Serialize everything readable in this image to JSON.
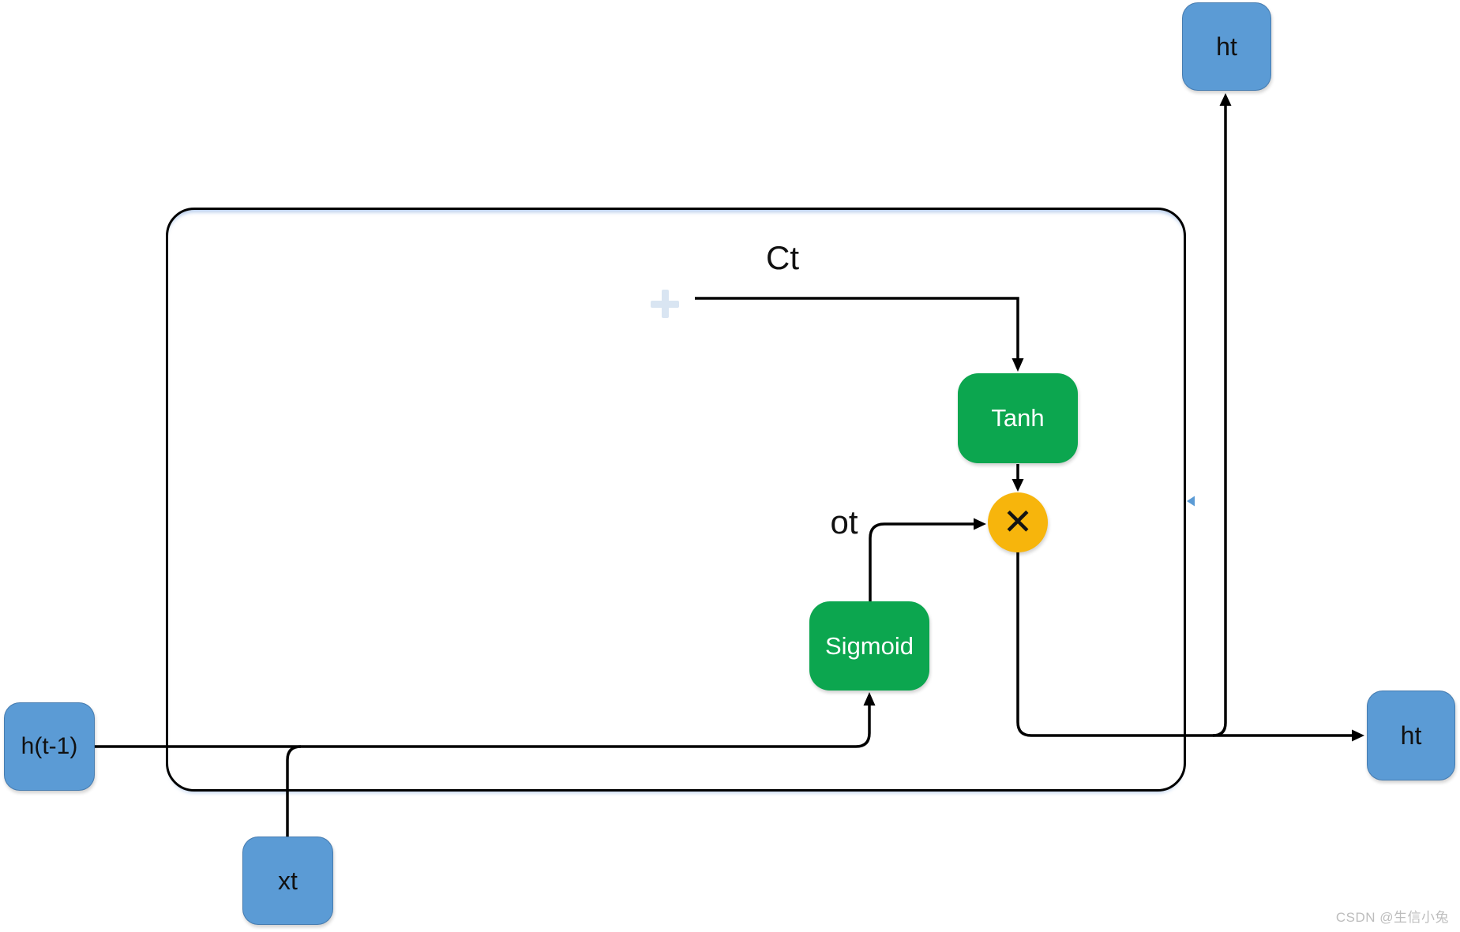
{
  "diagram": {
    "nodes": {
      "ht_top": {
        "label": "ht"
      },
      "ht_right": {
        "label": "ht"
      },
      "h_prev": {
        "label": "h(t-1)"
      },
      "xt": {
        "label": "xt"
      },
      "tanh": {
        "label": "Tanh"
      },
      "sigmoid": {
        "label": "Sigmoid"
      },
      "multiply": {
        "symbol": "✕"
      }
    },
    "edge_labels": {
      "ct": "Ct",
      "ot": "ot"
    }
  },
  "watermark": "CSDN @生信小兔",
  "colors": {
    "node_blue": "#5B9BD5",
    "node_green": "#0CA64F",
    "node_amber": "#F7B50C",
    "edge_black": "#000000",
    "watermark_gray": "#bdbdbd"
  }
}
